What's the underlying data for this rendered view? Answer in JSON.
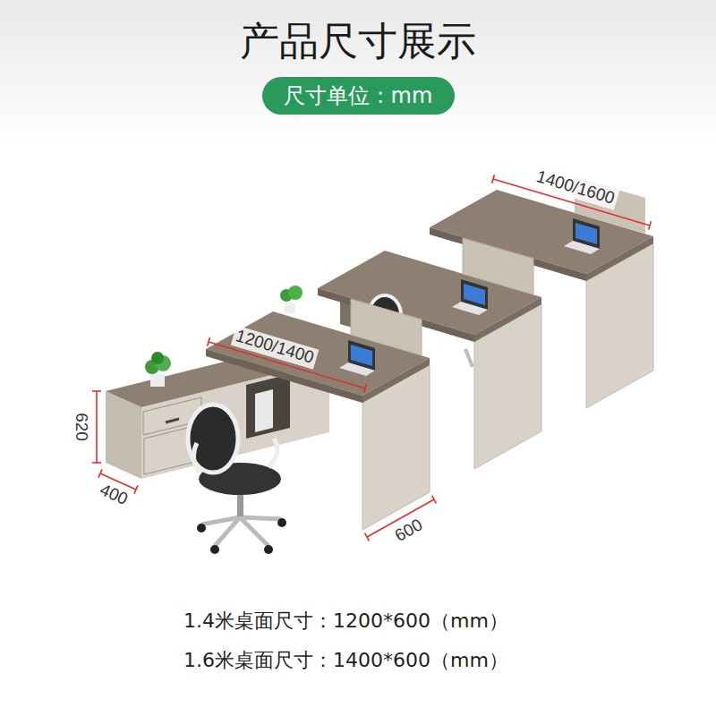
{
  "diagram": {
    "title": "产品尺寸展示",
    "nodes": [
      {
        "text": [
          "尺寸单位：mm"
        ]
      }
    ],
    "labels": [
      "1400/1600",
      "1200/1400",
      "620",
      "400",
      "600",
      "1.4米桌面尺寸：1200*600（mm）",
      "1.6米桌面尺寸：1400*600（mm）"
    ]
  }
}
